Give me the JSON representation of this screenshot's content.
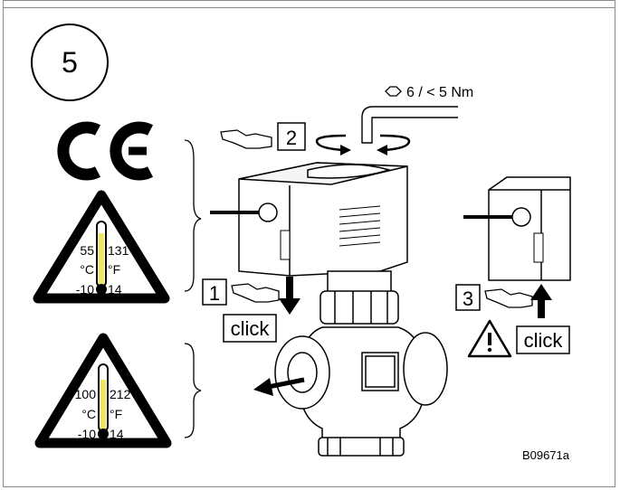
{
  "step": {
    "number": "5"
  },
  "torque": {
    "label": "6 / < 5 Nm"
  },
  "steps": {
    "one": "1",
    "two": "2",
    "three": "3"
  },
  "actions": {
    "click_left": "click",
    "click_right": "click"
  },
  "thermo_top": {
    "max_c": "55",
    "max_f": "131",
    "unit_c": "°C",
    "unit_f": "°F",
    "min_c": "-10",
    "min_f": "14"
  },
  "thermo_bottom": {
    "max_c": "100",
    "max_f": "212",
    "unit_c": "°C",
    "unit_f": "°F",
    "min_c": "-10",
    "min_f": "14"
  },
  "figure": {
    "id": "B09671a"
  },
  "colors": {
    "thermo_fill": "#f2e65a",
    "line": "#000000",
    "frame": "#888888"
  }
}
